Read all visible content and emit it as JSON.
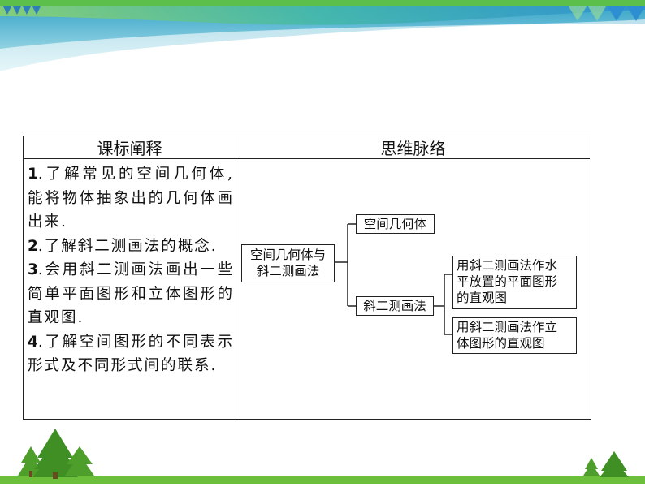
{
  "table": {
    "header_left": "课标阐释",
    "header_right": "思维脉络",
    "objectives": [
      {
        "num": "1",
        "text": ".了解常见的空间几何体,能将物体抽象出的几何体画出来."
      },
      {
        "num": "2",
        "text": ".了解斜二测画法的概念."
      },
      {
        "num": "3",
        "text": ".会用斜二测画法画出一些简单平面图形和立体图形的直观图."
      },
      {
        "num": "4",
        "text": ".了解空间图形的不同表示形式及不同形式间的联系."
      }
    ]
  },
  "mindmap": {
    "root_line1": "空间几何体与",
    "root_line2": "斜二测画法",
    "branch_top": "空间几何体",
    "branch_bottom": "斜二测画法",
    "leaf1_line1": "用斜二测画法作水",
    "leaf1_line2": "平放置的平面图形",
    "leaf1_line3": "的直观图",
    "leaf2_line1": "用斜二测画法作立",
    "leaf2_line2": "体图形的直观图"
  },
  "colors": {
    "banner_teal": "#3fb8b0",
    "banner_blue": "#2f8fd0",
    "banner_green": "#6cc04a",
    "tree_green": "#4e9e2c",
    "ground_green": "#6cbf3a"
  }
}
